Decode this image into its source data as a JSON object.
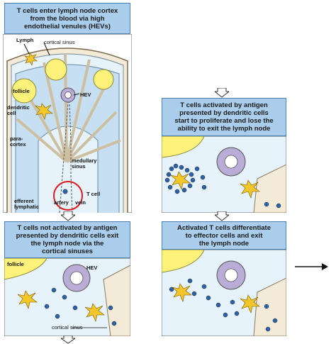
{
  "top_left": {
    "title": "T cells enter lymph node cortex\nfrom the blood via high\nendothelial venules (HEVs)",
    "labels": {
      "lymph": "Lymph",
      "cortical_sinus": "cortical sinus",
      "follicle": "follicle",
      "hev": "HEV",
      "dendritic_cell": "dendritic\ncell",
      "paracortex": "para-\ncortex",
      "medullary_sinus": "medullary\nsinus",
      "t_cell": "T cell",
      "efferent_lymphatic": "efferent\nlymphatic",
      "artery": "artery",
      "vein": "vein"
    }
  },
  "bottom_left": {
    "title": "T cells not activated by antigen\npresented by dendritic cells exit\nthe lymph node via the\ncortical sinuses",
    "labels": {
      "follicle": "follicle",
      "hev": "HEV",
      "cortical_sinus": "cortical sinus"
    }
  },
  "top_right": {
    "title": "T cells activated by antigen\npresented by dendritic cells\nstart to proliferate and lose the\nability to exit the lymph node"
  },
  "bottom_right": {
    "title": "Activated T cells differentiate\nto effector cells and exit\nthe lymph node"
  },
  "colors": {
    "title_bg": "#a9cdea",
    "follicle": "#fff27a",
    "paracortex": "#c6dff2",
    "sinus": "#e6f3fb",
    "hev_ring": "#b9acd6",
    "dendritic_cell": "#f3c62a",
    "t_cell": "#2f63a8",
    "highlight": "#e0191d"
  }
}
